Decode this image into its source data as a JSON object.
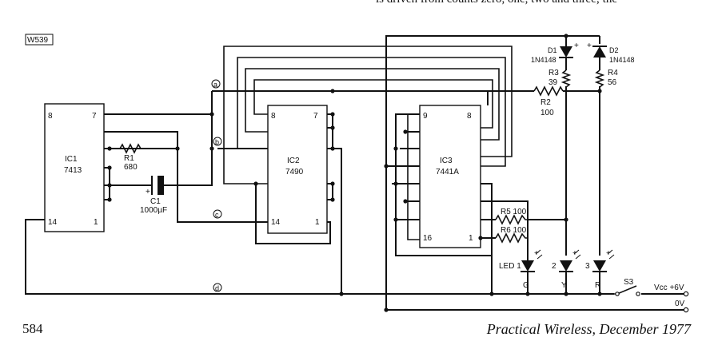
{
  "header": {
    "fragment": "is driven from counts zero, one, two and three; the"
  },
  "footer": {
    "page_number": "584",
    "journal": "Practical Wireless, December 1977"
  },
  "figure": {
    "code": "W539",
    "ic1": {
      "name": "IC1",
      "type": "7413",
      "pins": [
        "8",
        "7",
        "14",
        "1"
      ]
    },
    "ic2": {
      "name": "IC2",
      "type": "7490",
      "pins": [
        "8",
        "7",
        "14",
        "1"
      ]
    },
    "ic3": {
      "name": "IC3",
      "type": "7441A",
      "pins": [
        "9",
        "8",
        "16",
        "1"
      ]
    },
    "r1": {
      "name": "R1",
      "value": "680"
    },
    "r2": {
      "name": "R2",
      "value": "100"
    },
    "r3": {
      "name": "R3",
      "value": "39"
    },
    "r4": {
      "name": "R4",
      "value": "56"
    },
    "r5": {
      "label": "R5 100"
    },
    "r6": {
      "label": "R6 100"
    },
    "c1": {
      "name": "C1",
      "value": "1000µF",
      "plus": "+"
    },
    "d1": {
      "name": "D1",
      "type": "1N4148"
    },
    "d2": {
      "name": "D2",
      "type": "1N4148"
    },
    "plus": "+",
    "leds": [
      {
        "num": "LED 1",
        "color": "G"
      },
      {
        "num": "2",
        "color": "Y"
      },
      {
        "num": "3",
        "color": "R"
      }
    ],
    "switch": "S3",
    "vcc": "Vcc +6V",
    "ground": "0V",
    "nodes": [
      "a",
      "b",
      "c",
      "d"
    ]
  }
}
